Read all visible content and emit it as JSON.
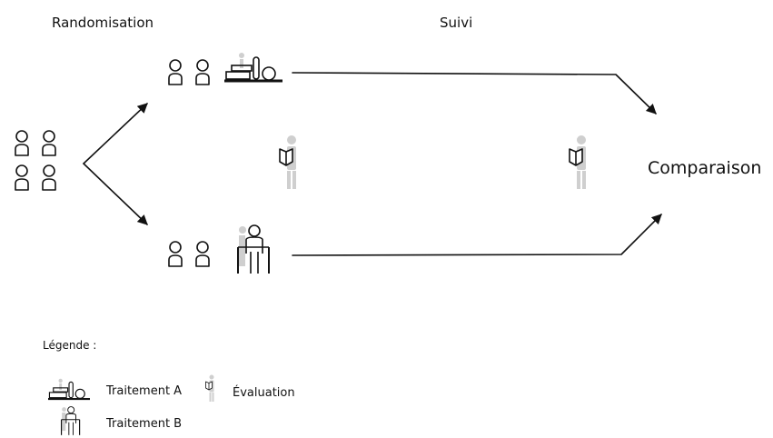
{
  "header": {
    "randomisation": "Randomisation",
    "suivi": "Suivi"
  },
  "outcome": "Comparaison",
  "legend": {
    "title": "Légende :",
    "items": [
      {
        "label": "Traitement A",
        "icon": "treatment-a-icon"
      },
      {
        "label": "Évaluation",
        "icon": "evaluation-icon"
      },
      {
        "label": "Traitement B",
        "icon": "treatment-b-icon"
      }
    ]
  },
  "colors": {
    "ink": "#111111",
    "ghost": "#cfcfcf"
  }
}
